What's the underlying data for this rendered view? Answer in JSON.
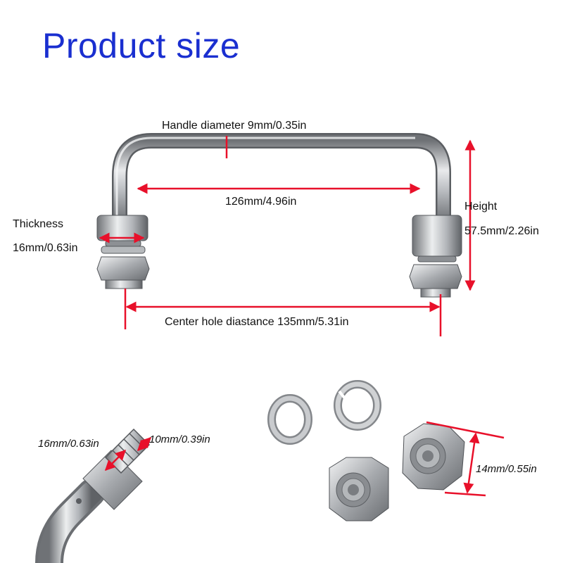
{
  "title": "Product size",
  "labels": {
    "handle_diameter": "Handle diameter 9mm/0.35in",
    "inner_width": "126mm/4.96in",
    "height_label": "Height",
    "height_value": "57.5mm/2.26in",
    "thickness_label": "Thickness",
    "thickness_value": "16mm/0.63in",
    "center_hole": "Center hole diastance 135mm/5.31in",
    "collar_diameter": "16mm/0.63in",
    "thread_diameter": "10mm/0.39in",
    "nut_size": "14mm/0.55in"
  },
  "colors": {
    "title": "#1a2fd0",
    "dimension_line": "#e8102a",
    "steel": "#a9acb1"
  },
  "icons": [
    "u-handle",
    "spring-washer",
    "lock-nut",
    "threaded-end"
  ]
}
